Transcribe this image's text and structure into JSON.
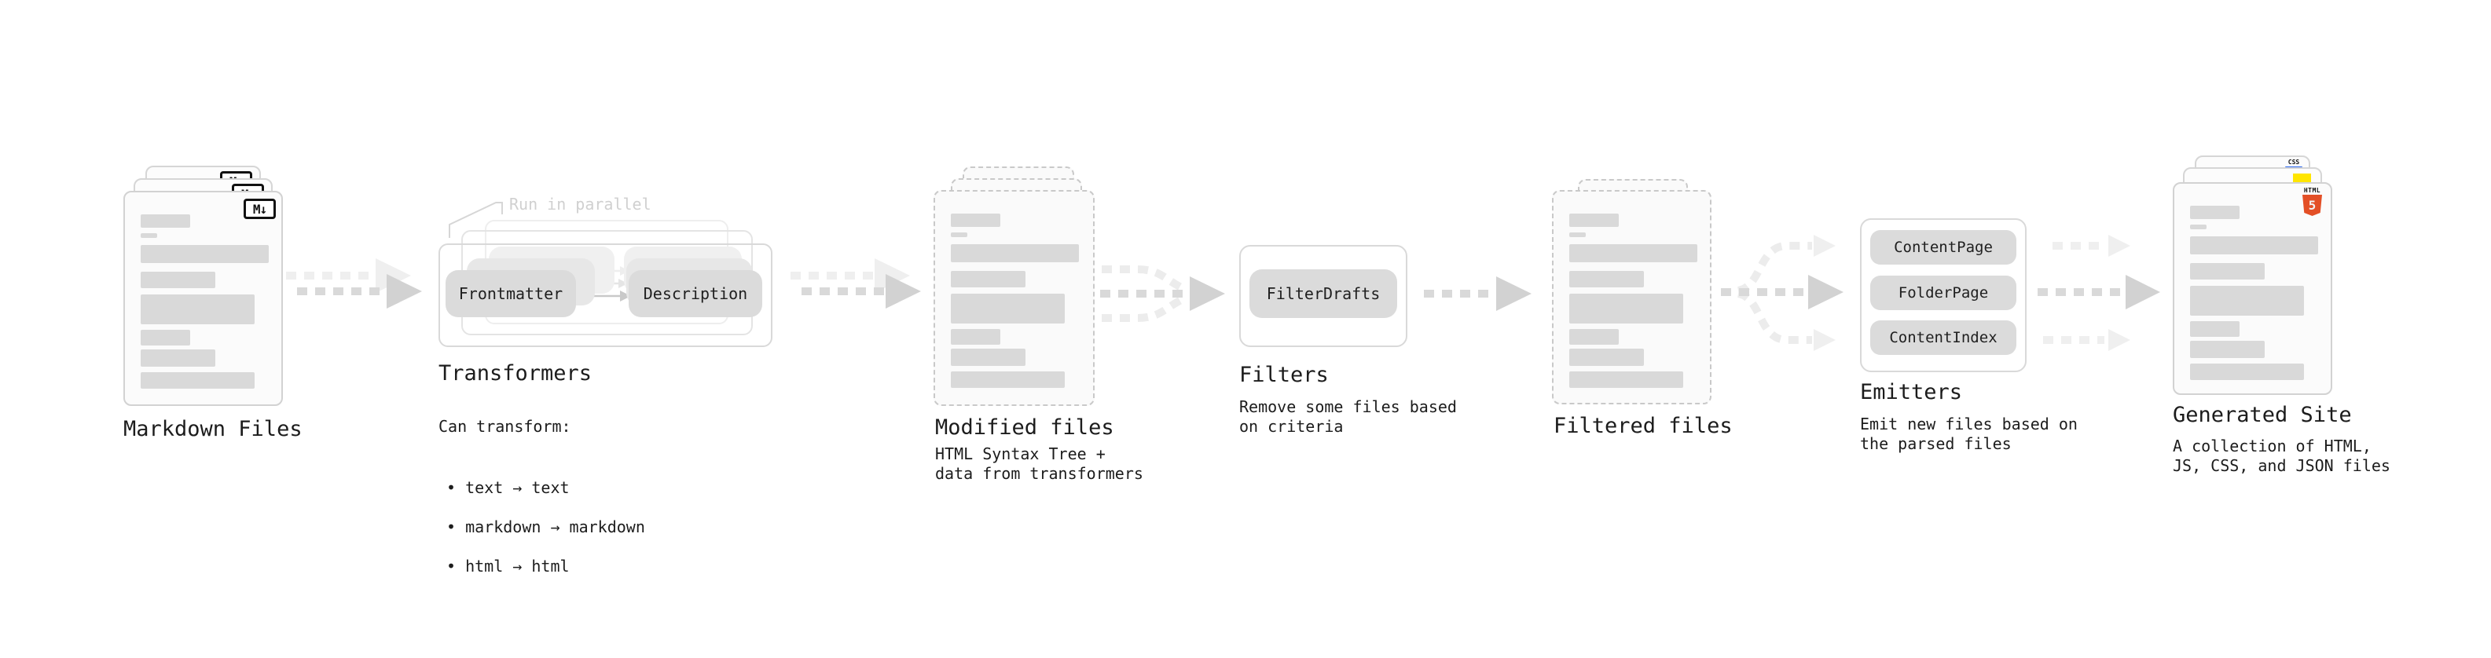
{
  "markdown_files": {
    "label": "Markdown Files",
    "file_icon": "M↓"
  },
  "transformers": {
    "hint": "Run in parallel",
    "pill_left": "Frontmatter",
    "pill_right": "Description",
    "title": "Transformers",
    "desc_intro": "Can transform:",
    "bullets": [
      "• text → text",
      "• markdown → markdown",
      "• html → html"
    ]
  },
  "modified_files": {
    "title": "Modified files",
    "subtitle": "HTML Syntax Tree +\ndata from transformers"
  },
  "filters": {
    "pill": "FilterDrafts",
    "title": "Filters",
    "subtitle": "Remove some files based\non criteria"
  },
  "filtered_files": {
    "title": "Filtered files"
  },
  "emitters": {
    "pills": [
      "ContentPage",
      "FolderPage",
      "ContentIndex"
    ],
    "title": "Emitters",
    "subtitle": "Emit new files based on\nthe parsed files"
  },
  "generated_site": {
    "title": "Generated Site",
    "subtitle": "A collection of HTML,\nJS, CSS, and JSON files",
    "badge_css": "CSS",
    "badge_html_label": "HTML",
    "badge_html_number": "5"
  },
  "colors": {
    "html5_orange": "#e34f26",
    "js_yellow": "#ffe500",
    "css_blue": "#2965f1",
    "pill_gray": "#dbdbdb",
    "arrow_gray": "#d9d9d9",
    "text_dark": "#1c1c1c",
    "hint_gray": "#d0d0d0"
  }
}
